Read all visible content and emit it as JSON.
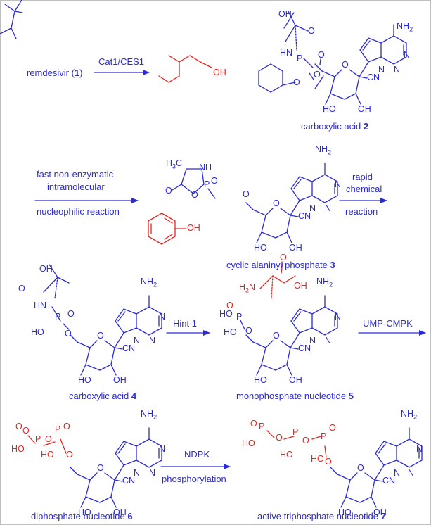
{
  "colors": {
    "blue": "#2b2bd6",
    "red": "#e8221e",
    "black": "#000000"
  },
  "row1": {
    "start_name": "remdesivir (",
    "start_num": "1",
    "start_close": ")",
    "arrow_label": "Cat1/CES1",
    "byproduct_OH": "OH",
    "product_caption": "carboxylic acid ",
    "product_num": "2"
  },
  "row2": {
    "left_label_1": "fast non-enzymatic",
    "left_label_2": "intramolecular",
    "left_label_3": "nucleophilic reaction",
    "phenol_OH": "OH",
    "product_caption": "cyclic alaninyl phosphate ",
    "product_num": "3",
    "right_label_1": "rapid",
    "right_label_2": "chemical",
    "right_label_3": "reaction"
  },
  "row3": {
    "left_caption": "carboxylic acid ",
    "left_num": "4",
    "arrow_label": "Hint 1",
    "right_caption": "monophosphate nucleotide ",
    "right_num": "5",
    "exit_label": "UMP-CMPK"
  },
  "row4": {
    "left_caption": "diphosphate nucleotide ",
    "left_num": "6",
    "arrow_label_1": "NDPK",
    "arrow_label_2": "phosphorylation",
    "right_caption": "active triphosphate nucleotide ",
    "right_num": "7"
  },
  "atoms": {
    "NH2": "NH",
    "sub2": "2",
    "OH": "OH",
    "HO": "HO",
    "HN": "HN",
    "NH": "NH",
    "O": "O",
    "P": "P",
    "N": "N",
    "CN": "CN",
    "H3C": "H",
    "H3C_sub": "3",
    "H3C_C": "C",
    "H2N": "H",
    "H2N_sub": "2",
    "H2N_N": "N"
  }
}
